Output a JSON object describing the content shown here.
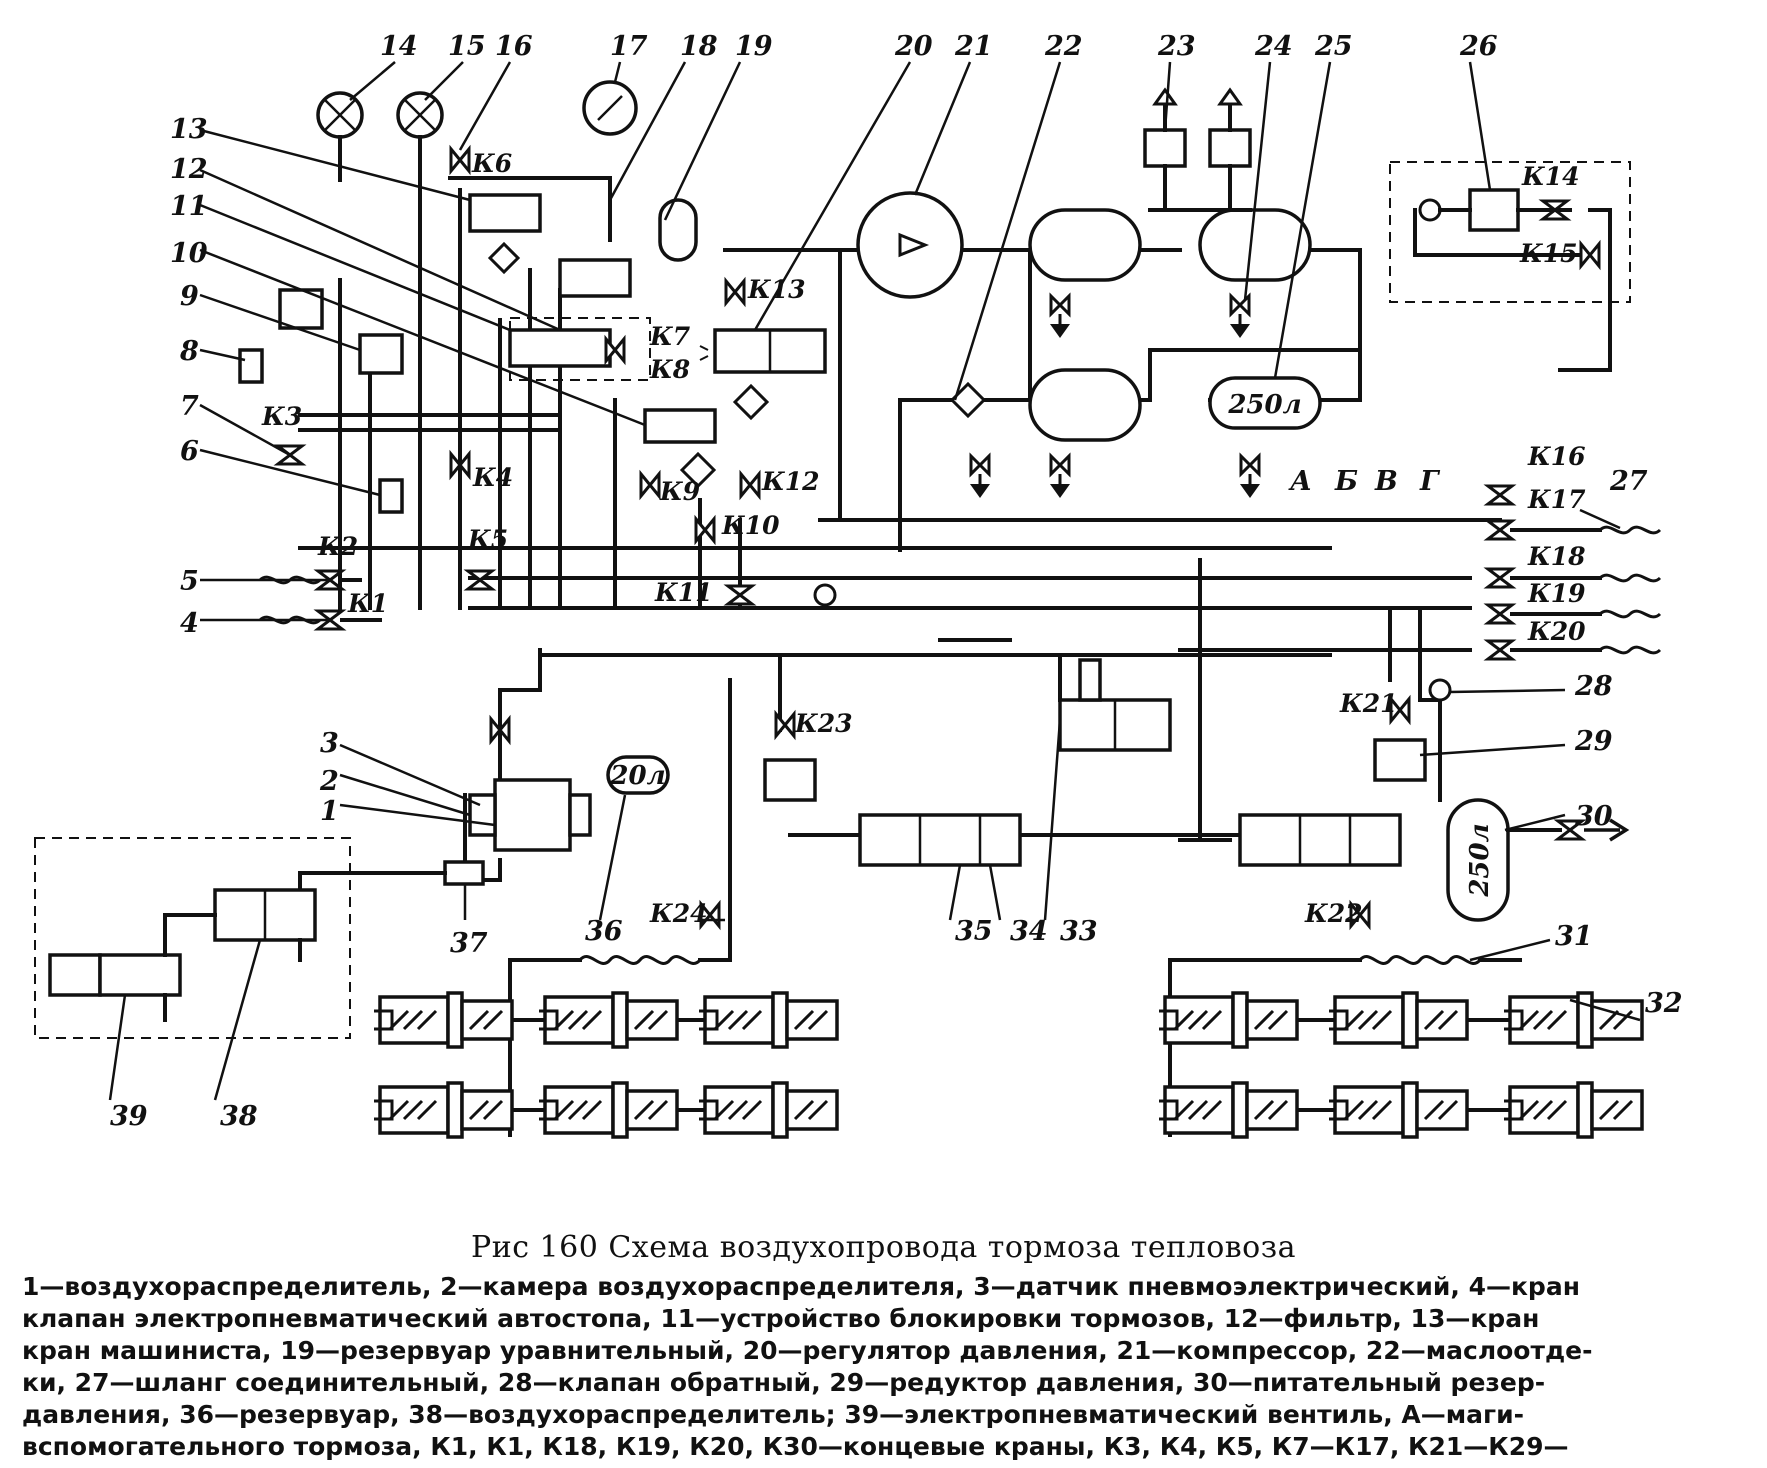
{
  "figure": {
    "caption_title": "Рис 160 Схема воздухопровода тормоза тепловоза",
    "caption_lines": [
      "1—воздухораспределитель, 2—камера воздухораспределителя, 3—датчик пневмоэлектрический, 4—кран",
      "клапан электропневматический автостопа, 11—устройство блокировки тормозов, 12—фильтр, 13—кран",
      "кран машиниста, 19—резервуар уравнительный, 20—регулятор давления, 21—компрессор, 22—маслоотде-",
      "ки, 27—шланг соединительный, 28—клапан обратный, 29—редуктор давления, 30—питательный резер-",
      "давления, 36—резервуар, 38—воздухораспределитель; 39—электропневматический вентиль, А—маги-",
      "вспомогательного тормоза, К1, К1, К18, К19, К20, К30—концевые краны, К3, К4, К5, К7—К17, К21—К29—"
    ]
  },
  "callouts": [
    "1",
    "2",
    "3",
    "4",
    "5",
    "6",
    "7",
    "8",
    "9",
    "10",
    "11",
    "12",
    "13",
    "14",
    "15",
    "16",
    "17",
    "18",
    "19",
    "20",
    "21",
    "22",
    "23",
    "24",
    "25",
    "26",
    "27",
    "28",
    "29",
    "30",
    "31",
    "32",
    "33",
    "34",
    "35",
    "36",
    "37",
    "38",
    "39"
  ],
  "valves": [
    "К1",
    "К2",
    "К3",
    "К4",
    "К5",
    "К6",
    "К7",
    "К8",
    "К9",
    "К10",
    "К11",
    "К12",
    "К13",
    "К14",
    "К15",
    "К16",
    "К17",
    "К18",
    "К19",
    "К20",
    "К21",
    "К22",
    "К23",
    "К24"
  ],
  "lines": [
    "А",
    "Б",
    "В",
    "Г"
  ],
  "reservoirs": {
    "r36": "20л",
    "r25": "250л",
    "r30": "250л"
  }
}
